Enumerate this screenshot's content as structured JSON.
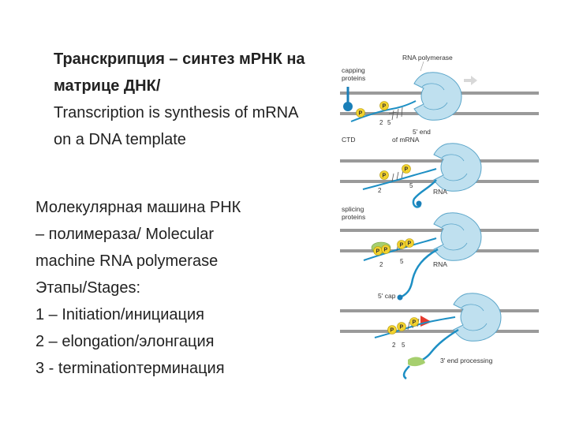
{
  "title": {
    "ru": "Транскрипция – синтез мРНК на матрице ДНК/",
    "en": "Transcription is synthesis of mRNA on a DNA template"
  },
  "body": {
    "lines": [
      "Молекулярная машина РНК",
      "– полимераза/ Molecular",
      "machine RNA polymerase",
      "Этапы/Stages:",
      "1 – Initiation/инициация",
      "2 – elongation/элонгация",
      "3 -  terminationтерминация"
    ]
  },
  "figure": {
    "labels": {
      "rna_polymerase": "RNA polymerase",
      "capping_1": "capping",
      "capping_2": "proteins",
      "five_end_1": "5' end",
      "five_end_2": "of mRNA",
      "ctd": "CTD",
      "rna_a": "RNA",
      "splicing_1": "splicing",
      "splicing_2": "proteins",
      "rna_b": "RNA",
      "five_cap": "5' cap",
      "three_end": "3' end processing",
      "p": "P",
      "n2": "2",
      "n5": "5"
    },
    "colors": {
      "polymerase": "#bfe0ef",
      "polymerase_edge": "#5aa5c9",
      "dna": "#9a9a9a",
      "phospho": "#f2d22e",
      "rna": "#1d8fc4",
      "cap_protein": "#1a7fb8",
      "splicing_protein": "#a6cf6e",
      "processing": "#e53a2e"
    }
  }
}
